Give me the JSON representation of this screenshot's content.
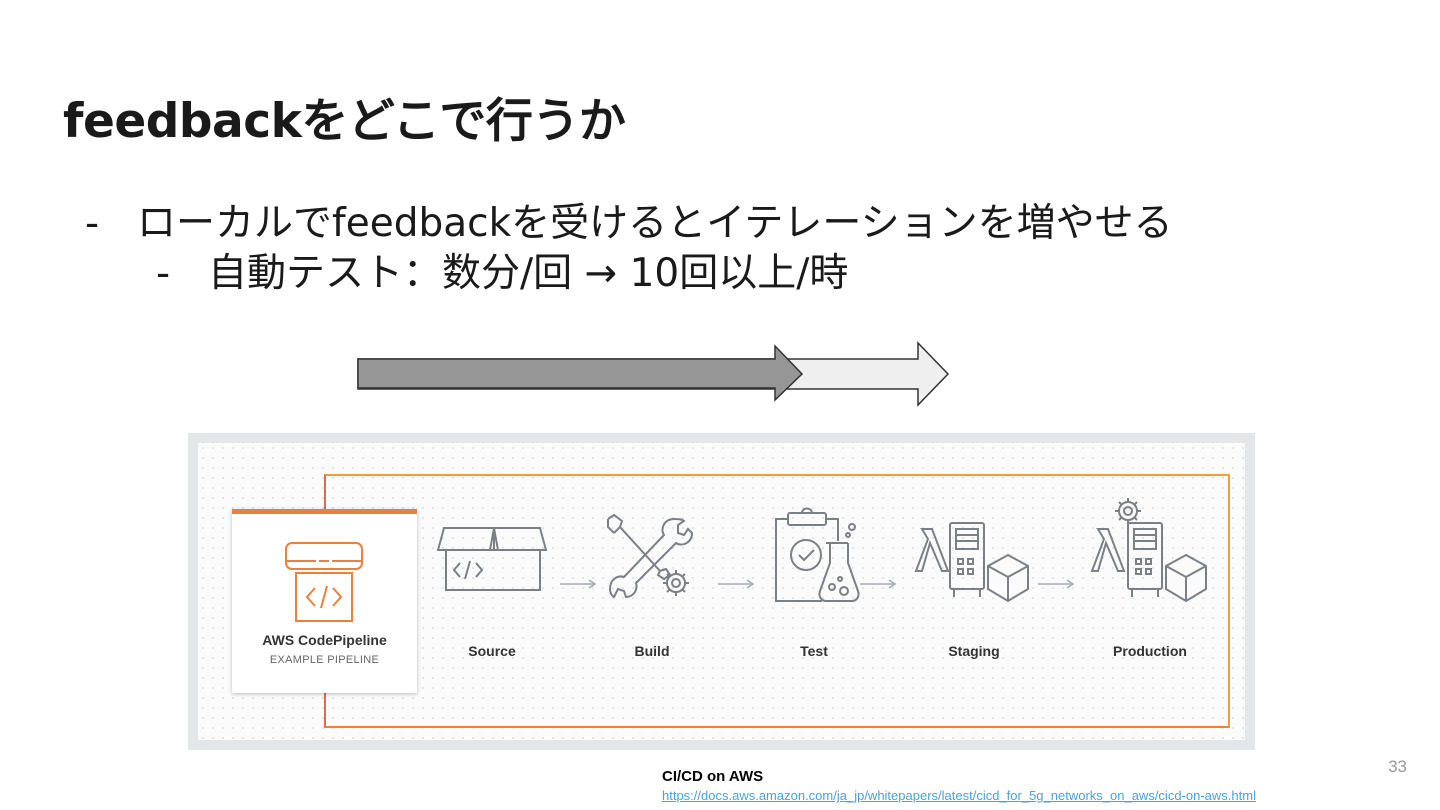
{
  "slide": {
    "title": "feedbackをどこで行うか",
    "bullets": [
      {
        "marker": "-",
        "text": "ローカルでfeedbackを受けるとイテレーションを増やせる"
      },
      {
        "marker": "-",
        "text": "自動テスト：数分/回 → 10回以上/時"
      }
    ],
    "page_number": "33"
  },
  "diagram": {
    "card_title": "AWS CodePipeline",
    "card_subtitle": "EXAMPLE PIPELINE",
    "stages": [
      "Source",
      "Build",
      "Test",
      "Staging",
      "Production"
    ],
    "icons": {
      "card": "code-pipeline-icon",
      "source": "code-box-icon",
      "build": "tools-gear-icon",
      "test": "clipboard-flask-icon",
      "staging": "lambda-server-cube-icon",
      "production": "gear-lambda-server-cube-icon"
    },
    "colors": {
      "accent": "#ec7f3b",
      "icon_stroke": "#7b8087",
      "frame": "#e4e7ea"
    }
  },
  "arrows": {
    "colors": {
      "current": "#969696",
      "target": "#efefef",
      "outline": "#333333"
    }
  },
  "caption": {
    "title": "CI/CD on AWS",
    "link": "https://docs.aws.amazon.com/ja_jp/whitepapers/latest/cicd_for_5g_networks_on_aws/cicd-on-aws.html"
  }
}
